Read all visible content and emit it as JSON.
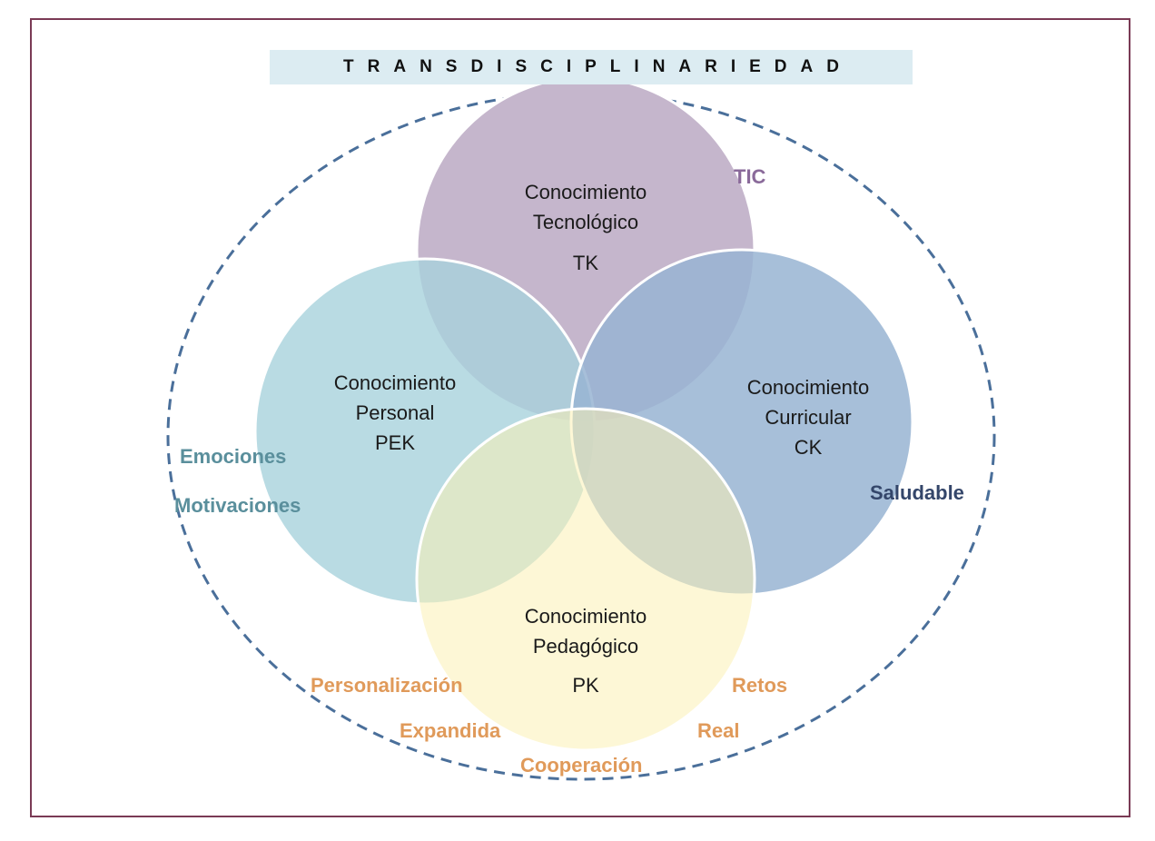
{
  "title": "TRANSDISCIPLINARIEDAD",
  "circles": {
    "tk": {
      "line1": "Conocimiento",
      "line2": "Tecnológico",
      "abbr": "TK",
      "color": "#c5b6cc"
    },
    "pek": {
      "line1": "Conocimiento",
      "line2": "Personal",
      "abbr": "PEK",
      "color": "#b4d8e0"
    },
    "ck": {
      "line1": "Conocimiento",
      "line2": "Curricular",
      "abbr": "CK",
      "color": "#a4bcd6"
    },
    "pk": {
      "line1": "Conocimiento",
      "line2": "Pedagógico",
      "abbr": "PK",
      "color": "#faf2c2"
    }
  },
  "tags": {
    "tic": "TIC",
    "emociones": "Emociones",
    "motivaciones": "Motivaciones",
    "saludable": "Saludable",
    "personalizacion": "Personalización",
    "expandida": "Expandida",
    "cooperacion": "Cooperación",
    "retos": "Retos",
    "real": "Real"
  },
  "colors": {
    "frame": "#7a3a55",
    "tic": "#8a6a9a",
    "personal": "#5a8f9c",
    "curricular": "#34466a",
    "pedagogico": "#e09a5a",
    "dashed": "#4a6f9a"
  }
}
